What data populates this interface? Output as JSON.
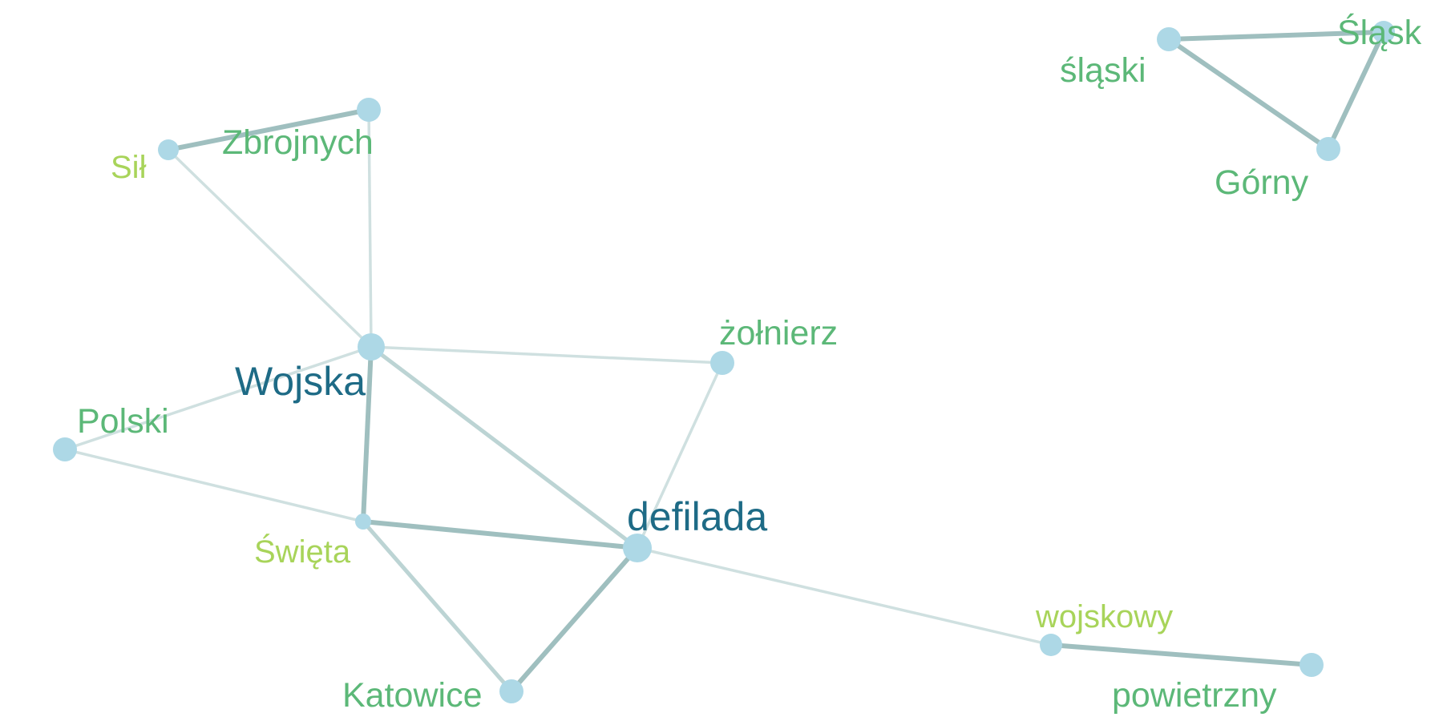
{
  "graph": {
    "nodes": [
      {
        "id": "sil",
        "label": "Sił",
        "color": "#a8d45a",
        "weight": "low"
      },
      {
        "id": "zbrojnych",
        "label": "Zbrojnych",
        "color": "#5cb878",
        "weight": "medium"
      },
      {
        "id": "wojska",
        "label": "Wojska",
        "color": "#1e6b86",
        "weight": "high"
      },
      {
        "id": "zolnierz",
        "label": "żołnierz",
        "color": "#5cb878",
        "weight": "medium"
      },
      {
        "id": "polski",
        "label": "Polski",
        "color": "#5cb878",
        "weight": "medium"
      },
      {
        "id": "swieta",
        "label": "Święta",
        "color": "#a8d45a",
        "weight": "low"
      },
      {
        "id": "defilada",
        "label": "defilada",
        "color": "#1e6b86",
        "weight": "high"
      },
      {
        "id": "katowice",
        "label": "Katowice",
        "color": "#5cb878",
        "weight": "medium"
      },
      {
        "id": "wojskowy",
        "label": "wojskowy",
        "color": "#a8d45a",
        "weight": "low"
      },
      {
        "id": "powietrzny",
        "label": "powietrzny",
        "color": "#5cb878",
        "weight": "medium"
      },
      {
        "id": "slaski",
        "label": "śląski",
        "color": "#5cb878",
        "weight": "medium"
      },
      {
        "id": "slask",
        "label": "Śląsk",
        "color": "#5cb878",
        "weight": "medium"
      },
      {
        "id": "gorny",
        "label": "Górny",
        "color": "#5cb878",
        "weight": "medium"
      }
    ],
    "edges": [
      {
        "source": "sil",
        "target": "zbrojnych",
        "strength": "strong"
      },
      {
        "source": "sil",
        "target": "wojska",
        "strength": "weak"
      },
      {
        "source": "zbrojnych",
        "target": "wojska",
        "strength": "weak"
      },
      {
        "source": "wojska",
        "target": "zolnierz",
        "strength": "weak"
      },
      {
        "source": "wojska",
        "target": "polski",
        "strength": "weak"
      },
      {
        "source": "wojska",
        "target": "swieta",
        "strength": "strong"
      },
      {
        "source": "wojska",
        "target": "defilada",
        "strength": "medium"
      },
      {
        "source": "zolnierz",
        "target": "defilada",
        "strength": "weak"
      },
      {
        "source": "polski",
        "target": "swieta",
        "strength": "weak"
      },
      {
        "source": "swieta",
        "target": "defilada",
        "strength": "strong"
      },
      {
        "source": "swieta",
        "target": "katowice",
        "strength": "medium"
      },
      {
        "source": "defilada",
        "target": "katowice",
        "strength": "strong"
      },
      {
        "source": "defilada",
        "target": "wojskowy",
        "strength": "weak"
      },
      {
        "source": "wojskowy",
        "target": "powietrzny",
        "strength": "strong"
      },
      {
        "source": "slaski",
        "target": "slask",
        "strength": "strong"
      },
      {
        "source": "slaski",
        "target": "gorny",
        "strength": "strong"
      },
      {
        "source": "slask",
        "target": "gorny",
        "strength": "strong"
      }
    ],
    "colors": {
      "node_fill": "#add8e6",
      "edge_strong": "#9fbfbf",
      "edge_medium": "#bcd4d4",
      "edge_weak": "#cfe0e0"
    }
  }
}
